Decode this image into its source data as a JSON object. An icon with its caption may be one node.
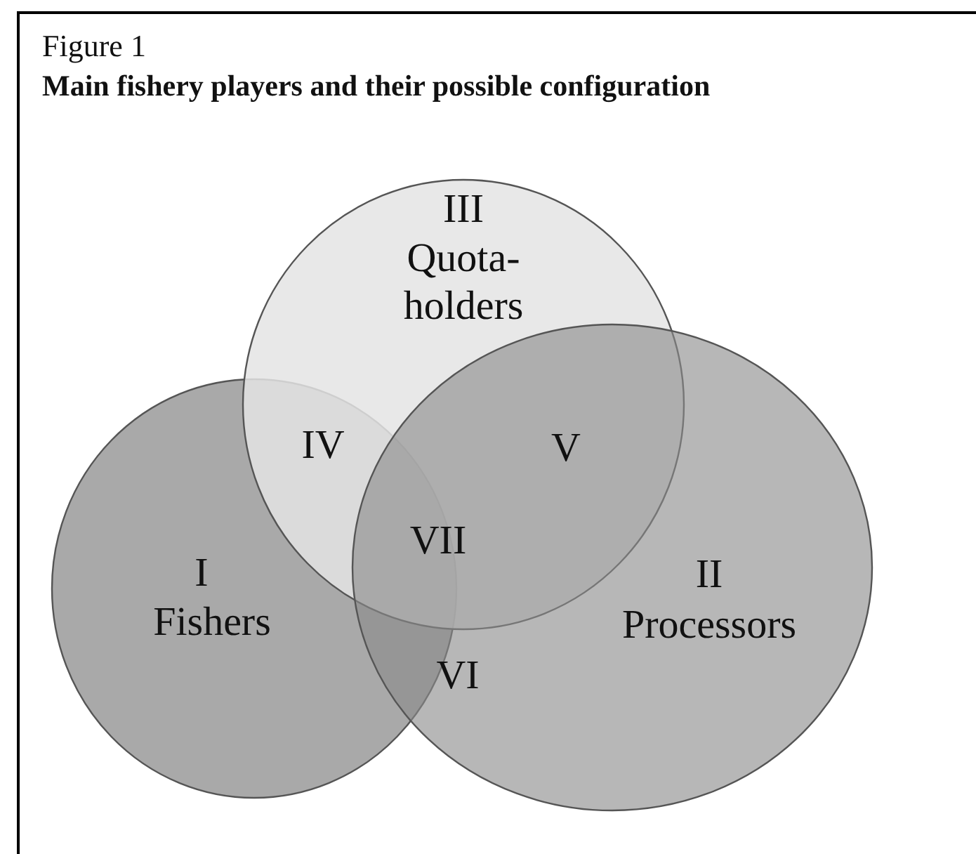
{
  "diagram": {
    "title": "Main fishery players and their possible configuration",
    "nodes": [
      {
        "text": [
          "III",
          "Quota-holders"
        ]
      },
      {
        "text": [
          "I",
          "Fishers"
        ]
      },
      {
        "text": [
          "II",
          "Processors"
        ]
      }
    ],
    "labels": [
      "Figure 1",
      "IV",
      "V",
      "VII",
      "VI"
    ]
  }
}
